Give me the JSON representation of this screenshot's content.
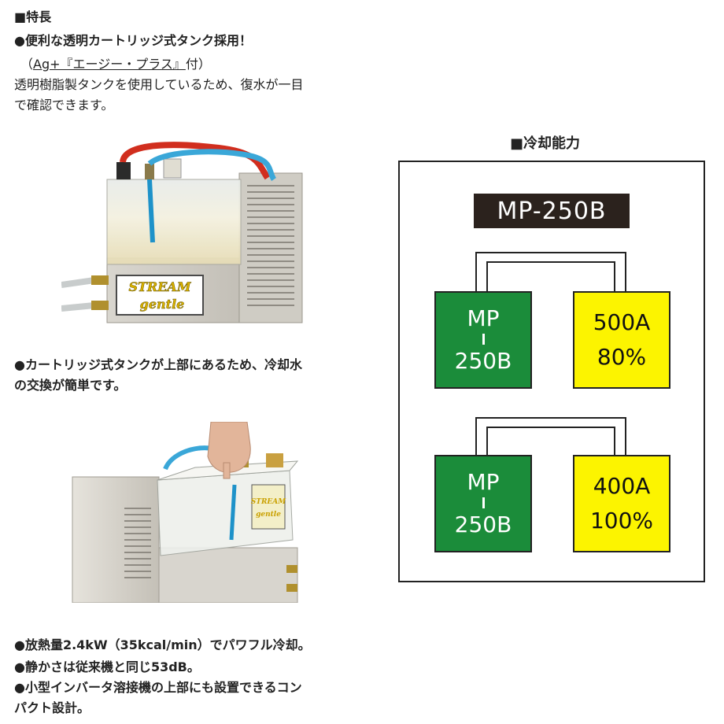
{
  "features": {
    "heading": "■特長",
    "bullet1": "●便利な透明カートリッジ式タンク採用！",
    "ag_note_open": "（",
    "ag_note_link": "Ag+『エージー・プラス』",
    "ag_note_close": "付）",
    "desc_line1": "透明樹脂製タンクを使用しているため、復水が一目",
    "desc_line2": "で確認できます。",
    "bullet2_line1": "●カートリッジ式タンクが上部にあるため、冷却水",
    "bullet2_line2": "の交換が簡単です。",
    "bullet3": "●放熱量2.4kW（35kcal/min）でパワフル冷却。",
    "bullet4": "●静かさは従来機と同じ53dB。",
    "bullet5_line1": "●小型インバータ溶接機の上部にも設置できるコン",
    "bullet5_line2": "パクト設計。"
  },
  "photo1": {
    "logo_line1": "STREAM",
    "logo_line2": "gentle"
  },
  "photo2": {
    "logo_line1": "STREAM",
    "logo_line2": "gentle"
  },
  "cooling": {
    "title": "■冷却能力",
    "model": "MP-250B",
    "rows": [
      {
        "unit_top": "MP",
        "unit_bottom": "250B",
        "current": "500A",
        "duty": "80%"
      },
      {
        "unit_top": "MP",
        "unit_bottom": "250B",
        "current": "400A",
        "duty": "100%"
      }
    ]
  },
  "colors": {
    "unit_green": "#1b8c3a",
    "unit_yellow": "#fcf400",
    "model_bg": "#2b221d"
  }
}
